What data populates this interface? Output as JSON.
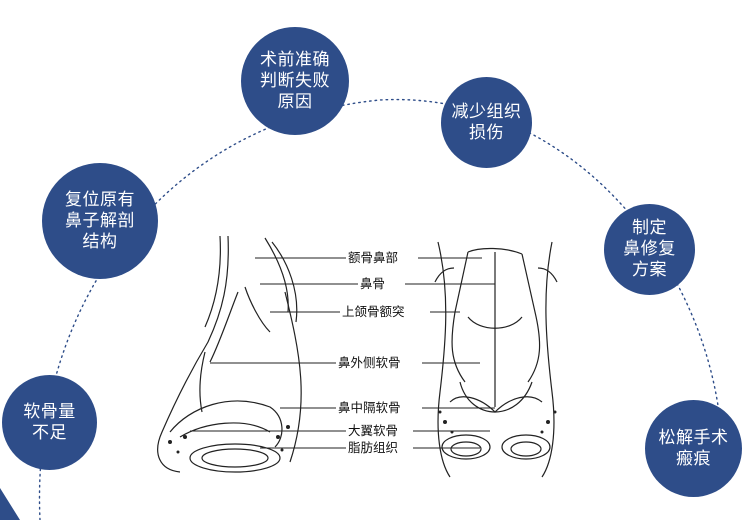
{
  "bubbles": [
    {
      "id": "preop-diagnosis",
      "text": "术前准确\n判断失败\n原因"
    },
    {
      "id": "reduce-tissue",
      "text": "减少组织\n损伤"
    },
    {
      "id": "restore-anatomy",
      "text": "复位原有\n鼻子解剖\n结构"
    },
    {
      "id": "repair-plan",
      "text": "制定\n鼻修复\n方案"
    },
    {
      "id": "cartilage-shortage",
      "text": "软骨量\n不足"
    },
    {
      "id": "release-scar",
      "text": "松解手术\n瘢痕"
    }
  ],
  "labels": [
    "额骨鼻部",
    "鼻骨",
    "上颌骨额突",
    "鼻外侧软骨",
    "鼻中隔软骨",
    "大翼软骨",
    "脂肪组织"
  ],
  "colors": {
    "bubble": "#2e4d89",
    "arc": "#2e4d89",
    "line": "#222222"
  }
}
